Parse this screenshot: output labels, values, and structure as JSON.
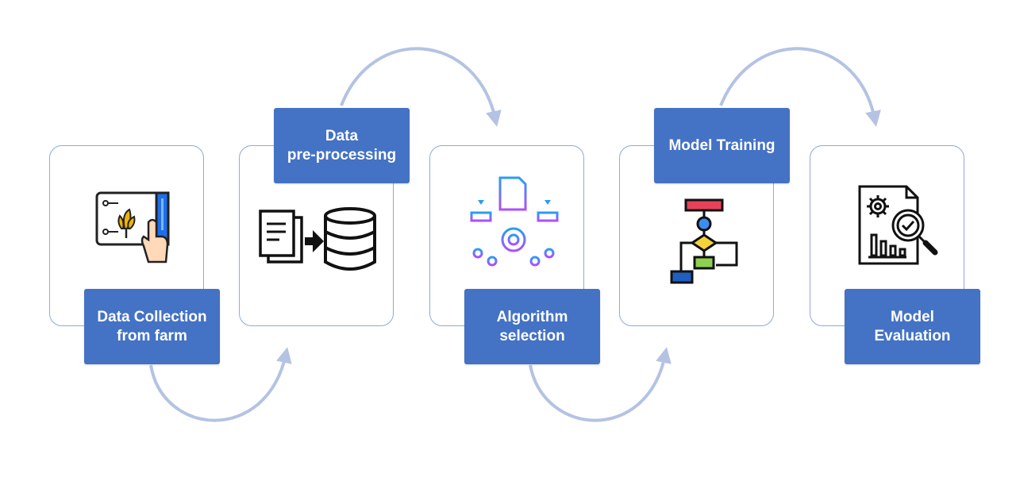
{
  "steps": [
    {
      "label": "Data Collection\nfrom farm",
      "icon": "smart-farm-tablet-icon"
    },
    {
      "label": "Data\npre-processing",
      "icon": "documents-to-database-icon"
    },
    {
      "label": "Algorithm\nselection",
      "icon": "algorithm-gear-flow-icon"
    },
    {
      "label": "Model Training",
      "icon": "flowchart-icon"
    },
    {
      "label": "Model\nEvaluation",
      "icon": "report-magnifier-icon"
    }
  ],
  "colors": {
    "label_fill": "#4472c4",
    "label_text": "#ffffff",
    "card_border": "#8eaadb",
    "arrow": "#b4c3e3"
  }
}
